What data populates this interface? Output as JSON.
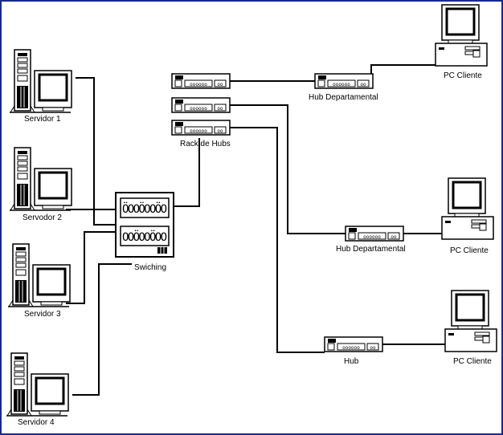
{
  "diagram": {
    "servers": [
      {
        "label": "Servidor 1"
      },
      {
        "label": "Servodor 2"
      },
      {
        "label": "Servidor 3"
      },
      {
        "label": "Servidor 4"
      }
    ],
    "switch": {
      "label": "Swiching"
    },
    "rack": {
      "label": "Rack de Hubs"
    },
    "hubs": [
      {
        "label": "Hub Departamental"
      },
      {
        "label": "Hub Departamental"
      },
      {
        "label": "Hub"
      }
    ],
    "clients": [
      {
        "label": "PC Cliente"
      },
      {
        "label": "PC Cliente"
      },
      {
        "label": "PC Cliente"
      }
    ]
  },
  "colors": {
    "frame": "#1a2a8a",
    "ink": "#000000",
    "paper": "#ffffff"
  }
}
